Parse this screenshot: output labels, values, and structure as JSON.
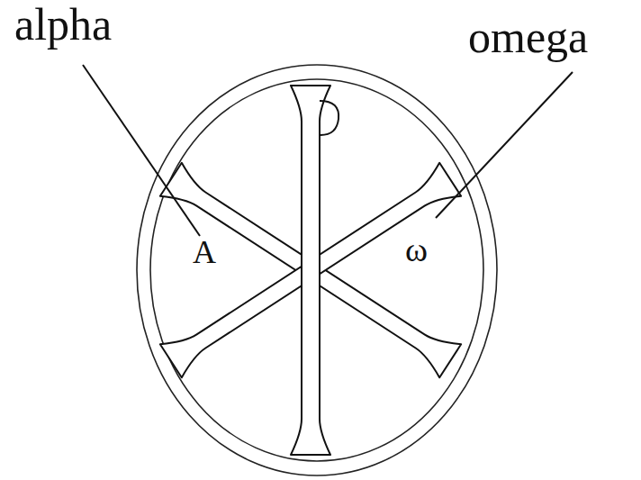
{
  "diagram": {
    "labels": [
      "alpha",
      "omega",
      "Α",
      "ω"
    ]
  }
}
